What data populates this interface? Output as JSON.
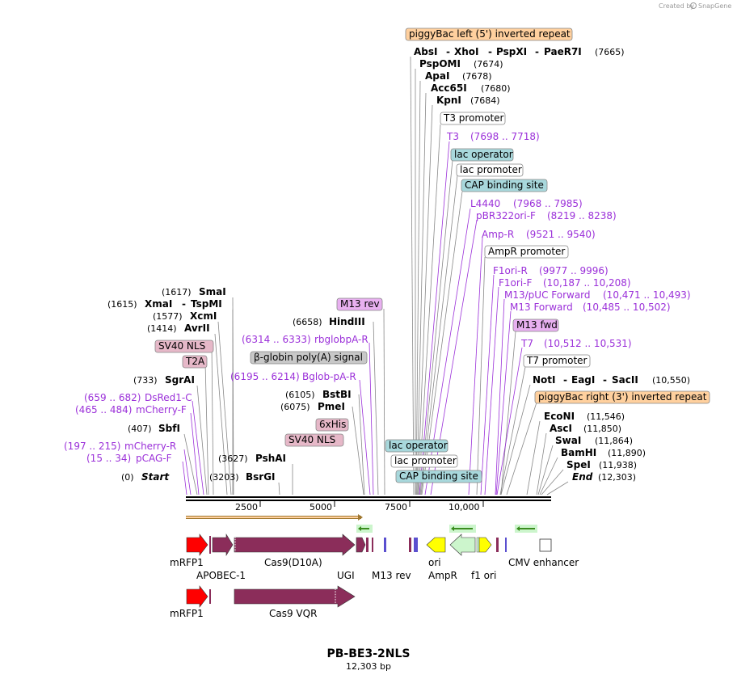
{
  "credit": {
    "text": "Created by",
    "brand": "SnapGene"
  },
  "title": "PB-BE3-2NLS",
  "subtitle": "12,303 bp",
  "start_label": "Start",
  "start_pos": "(0)",
  "end_label": "End",
  "end_pos": "(12,303)",
  "ruler_ticks": [
    "2500",
    "5000",
    "7500",
    "10,000"
  ],
  "colors": {
    "orange_feature": "#ffd09e",
    "teal_feature": "#a8d8dc",
    "pink_feature": "#e6b8c8",
    "violet_feature": "#e8b0f0",
    "gray_feature": "#c8c8c8",
    "primer": "#9b30d9",
    "red_arrow": "#ff0000",
    "maroon_arrow": "#8b2d5a",
    "yellow_arrow": "#ffff00",
    "light_green_arrow": "#ccf5cc",
    "olive_line": "#a07830"
  },
  "left_labels": [
    {
      "pos": "(1617)",
      "names": [
        "SmaI"
      ],
      "kind": "enzyme"
    },
    {
      "pos": "(1615)",
      "names": [
        "XmaI",
        "TspMI"
      ],
      "kind": "enzyme"
    },
    {
      "pos": "(1577)",
      "names": [
        "XcmI"
      ],
      "kind": "enzyme"
    },
    {
      "pos": "(1414)",
      "names": [
        "AvrII"
      ],
      "kind": "enzyme"
    },
    {
      "label": "SV40 NLS",
      "kind": "box_pink"
    },
    {
      "label": "T2A",
      "kind": "box_pink"
    },
    {
      "pos": "(733)",
      "names": [
        "SgrAI"
      ],
      "kind": "enzyme"
    },
    {
      "range": "(659 .. 682)",
      "name": "DsRed1-C",
      "kind": "primer"
    },
    {
      "range": "(465 .. 484)",
      "name": "mCherry-F",
      "kind": "primer"
    },
    {
      "pos": "(407)",
      "names": [
        "SbfI"
      ],
      "kind": "enzyme"
    },
    {
      "range": "(197 .. 215)",
      "name": "mCherry-R",
      "kind": "primer"
    },
    {
      "range": "(15 .. 34)",
      "name": "pCAG-F",
      "kind": "primer"
    }
  ],
  "mid_labels": [
    {
      "label": "M13 rev",
      "kind": "box_violet"
    },
    {
      "pos": "(6658)",
      "names": [
        "HindIII"
      ],
      "kind": "enzyme"
    },
    {
      "range": "(6314 .. 6333)",
      "name": "rbglobpA-R",
      "kind": "primer"
    },
    {
      "label": "β-globin poly(A) signal",
      "kind": "box_gray"
    },
    {
      "range": "(6195 .. 6214)",
      "name": "Bglob-pA-R",
      "kind": "primer"
    },
    {
      "pos": "(6105)",
      "names": [
        "BstBI"
      ],
      "kind": "enzyme"
    },
    {
      "pos": "(6075)",
      "names": [
        "PmeI"
      ],
      "kind": "enzyme"
    },
    {
      "label": "6xHis",
      "kind": "box_pink"
    },
    {
      "label": "SV40 NLS",
      "kind": "box_pink"
    },
    {
      "pos": "(3627)",
      "names": [
        "PshAI"
      ],
      "kind": "enzyme"
    },
    {
      "pos": "(3203)",
      "names": [
        "BsrGI"
      ],
      "kind": "enzyme"
    }
  ],
  "right_labels": [
    {
      "label": "piggyBac left (5') inverted repeat",
      "kind": "box_orange"
    },
    {
      "names": [
        "AbsI",
        "XhoI",
        "PspXI",
        "PaeR7I"
      ],
      "pos": "(7665)",
      "kind": "enzyme"
    },
    {
      "names": [
        "PspOMI"
      ],
      "pos": "(7674)",
      "kind": "enzyme"
    },
    {
      "names": [
        "ApaI"
      ],
      "pos": "(7678)",
      "kind": "enzyme"
    },
    {
      "names": [
        "Acc65I"
      ],
      "pos": "(7680)",
      "kind": "enzyme"
    },
    {
      "names": [
        "KpnI"
      ],
      "pos": "(7684)",
      "kind": "enzyme"
    },
    {
      "label": "T3 promoter",
      "kind": "box_white"
    },
    {
      "name": "T3",
      "range": "(7698 .. 7718)",
      "kind": "primer"
    },
    {
      "label": "lac operator",
      "kind": "box_teal"
    },
    {
      "label": "lac promoter",
      "kind": "box_white"
    },
    {
      "label": "CAP binding site",
      "kind": "box_teal"
    },
    {
      "name": "L4440",
      "range": "(7968 .. 7985)",
      "kind": "primer"
    },
    {
      "name": "pBR322ori-F",
      "range": "(8219 .. 8238)",
      "kind": "primer"
    },
    {
      "name": "Amp-R",
      "range": "(9521 .. 9540)",
      "kind": "primer"
    },
    {
      "label": "AmpR promoter",
      "kind": "box_white"
    },
    {
      "name": "F1ori-R",
      "range": "(9977 .. 9996)",
      "kind": "primer"
    },
    {
      "name": "F1ori-F",
      "range": "(10,187 .. 10,208)",
      "kind": "primer"
    },
    {
      "name": "M13/pUC Forward",
      "range": "(10,471 .. 10,493)",
      "kind": "primer"
    },
    {
      "name": "M13 Forward",
      "range": "(10,485 .. 10,502)",
      "kind": "primer"
    },
    {
      "label": "M13 fwd",
      "kind": "box_violet"
    },
    {
      "name": "T7",
      "range": "(10,512 .. 10,531)",
      "kind": "primer"
    },
    {
      "label": "T7 promoter",
      "kind": "box_white"
    },
    {
      "names": [
        "NotI",
        "EagI",
        "SacII"
      ],
      "pos": "(10,550)",
      "kind": "enzyme"
    },
    {
      "label": "piggyBac right (3') inverted repeat",
      "kind": "box_orange"
    },
    {
      "names": [
        "EcoNI"
      ],
      "pos": "(11,546)",
      "kind": "enzyme"
    },
    {
      "names": [
        "AscI"
      ],
      "pos": "(11,850)",
      "kind": "enzyme"
    },
    {
      "names": [
        "SwaI"
      ],
      "pos": "(11,864)",
      "kind": "enzyme"
    },
    {
      "names": [
        "BamHI"
      ],
      "pos": "(11,890)",
      "kind": "enzyme"
    },
    {
      "names": [
        "SpeI"
      ],
      "pos": "(11,938)",
      "kind": "enzyme"
    }
  ],
  "lower_boxes": [
    {
      "label": "lac operator",
      "kind": "box_teal"
    },
    {
      "label": "lac promoter",
      "kind": "box_white"
    },
    {
      "label": "CAP binding site",
      "kind": "box_teal"
    }
  ],
  "feature_labels_row1": [
    "mRFP1",
    "Cas9(D10A)",
    "UGI",
    "M13 rev",
    "ori",
    "AmpR",
    "f1 ori",
    "CMV enhancer"
  ],
  "feature_labels_row1b": [
    "APOBEC-1"
  ],
  "feature_labels_row2": [
    "mRFP1",
    "Cas9 VQR"
  ]
}
